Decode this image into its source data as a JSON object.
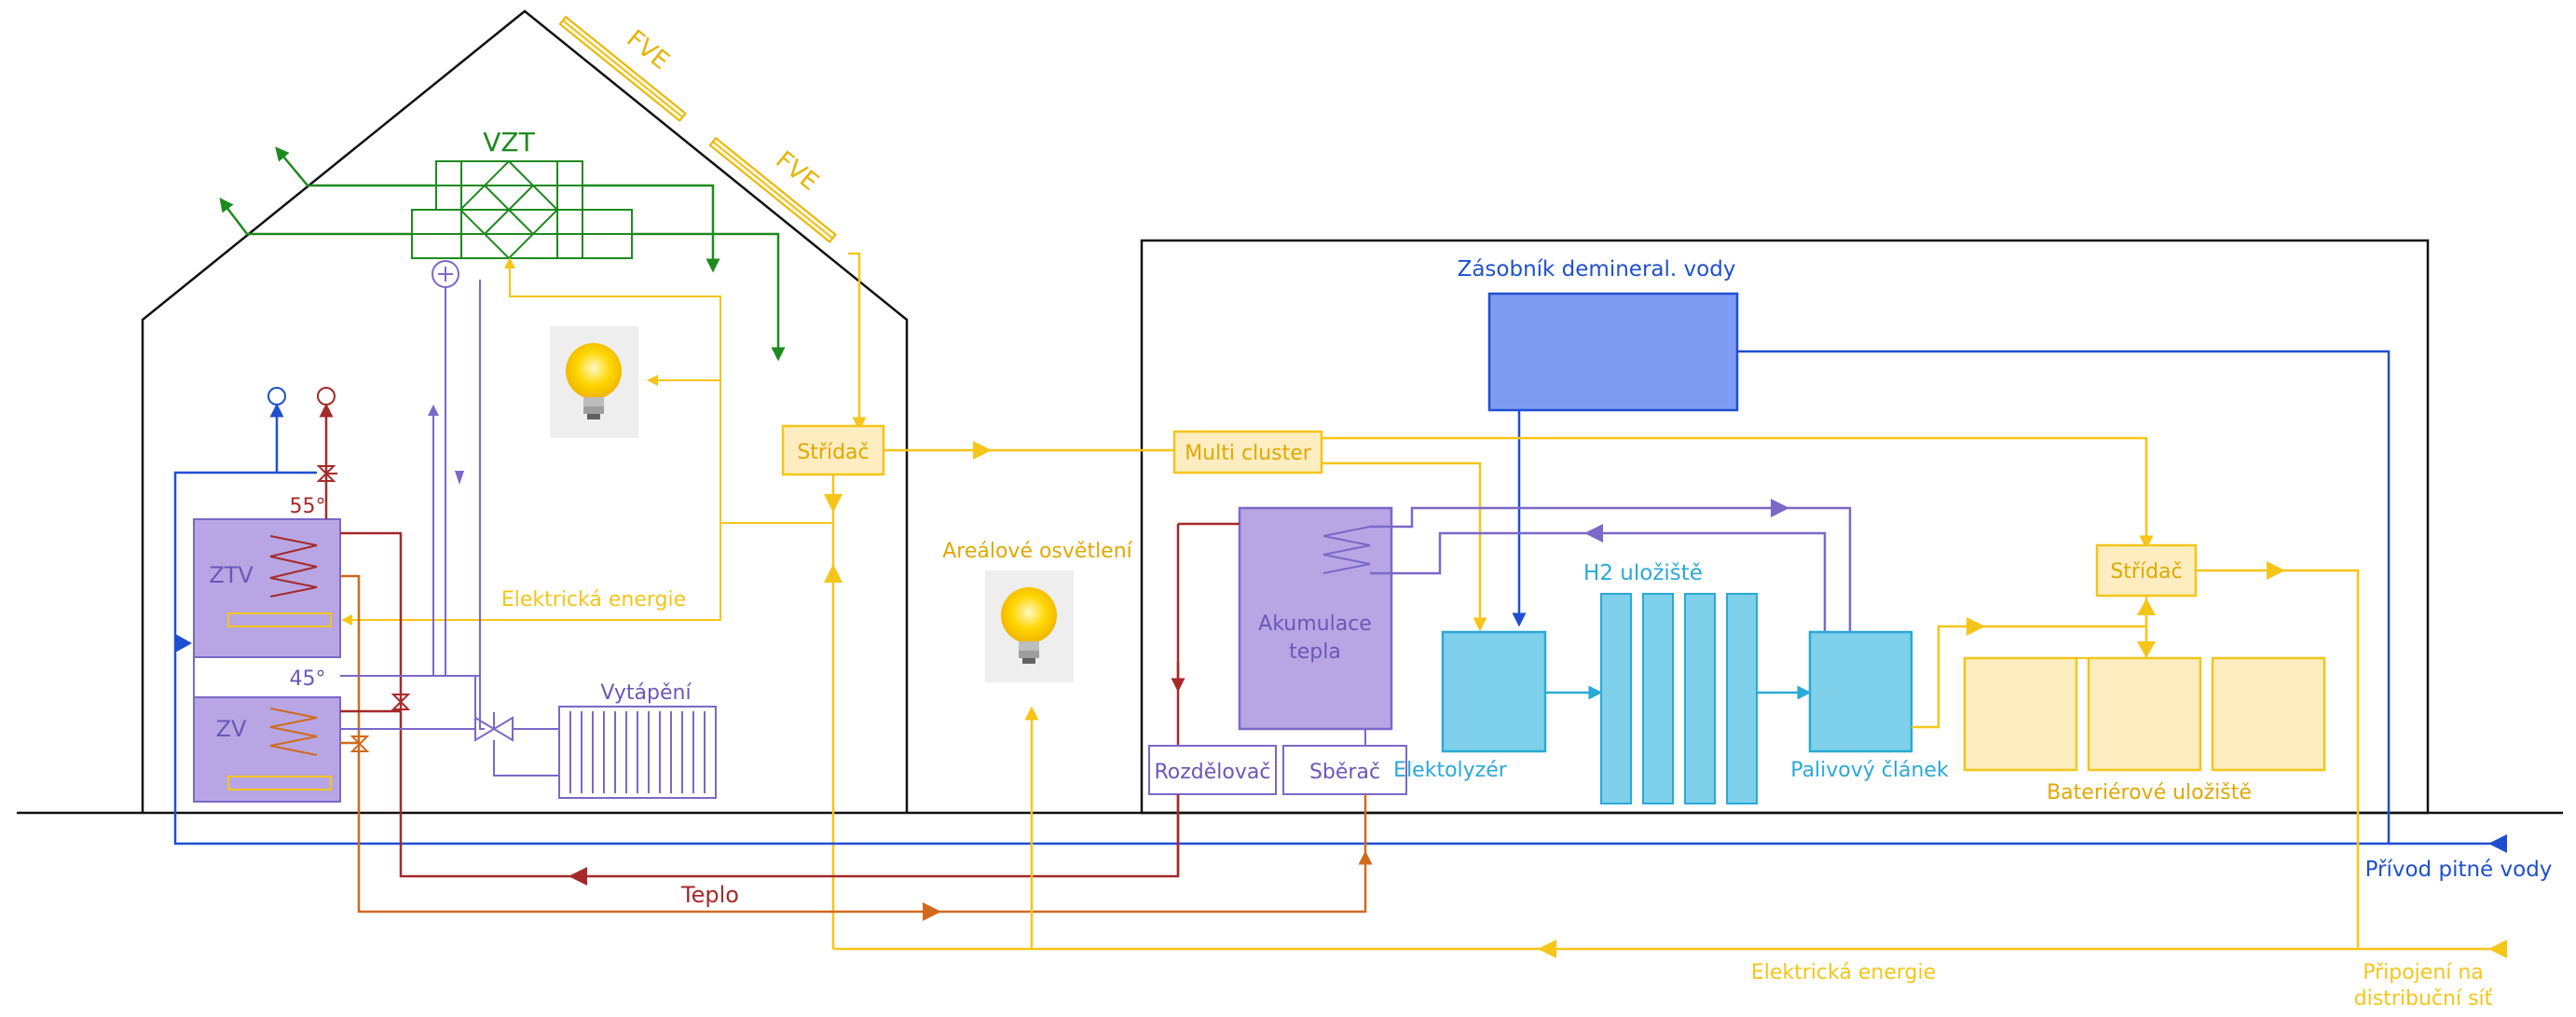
{
  "labels": {
    "fve1": "FVE",
    "fve2": "FVE",
    "vzt": "VZT",
    "stridac_house": "Střídač",
    "elektricka_energie_house": "Elektrická energie",
    "ztv": "ZTV",
    "zv": "ZV",
    "temp_55": "55°",
    "temp_45": "45°",
    "vytapeni": "Vytápění",
    "arealove_osvetleni": "Areálové osvětlení",
    "zasobnik": "Zásobník demineral. vody",
    "multi_cluster": "Multi cluster",
    "akumulace_line1": "Akumulace",
    "akumulace_line2": "tepla",
    "h2_uloziste": "H2 uložiště",
    "elektrolyzer": "Elektolyzér",
    "palivovy_clanek": "Palivový článek",
    "stridac_plant": "Střídač",
    "bateriove_uloziste": "Bateriérové uložiště",
    "rozdelovac": "Rozdělovač",
    "sberac": "Sběrač",
    "teplo": "Teplo",
    "prívod_pitne_vody": "Přívod pitné vody",
    "elektricka_energie_bottom": "Elektrická energie",
    "pripojeni_line1": "Připojení na",
    "pripojeni_line2": "distribuční síť"
  },
  "icons": [
    "light-bulb-icon",
    "radiator-icon",
    "heat-exchanger-icon",
    "valve-icon",
    "heating-coil-icon"
  ],
  "colors": {
    "electric": "#f5c518",
    "electric_dark": "#e0a800",
    "ventilation": "#1e8a1e",
    "heating": "#7b68c8",
    "hot_water": "#a52a2a",
    "cold_water": "#1f4fd1",
    "hydrogen": "#29a9d6",
    "heat_return": "#d2691e",
    "outline": "#111111"
  }
}
